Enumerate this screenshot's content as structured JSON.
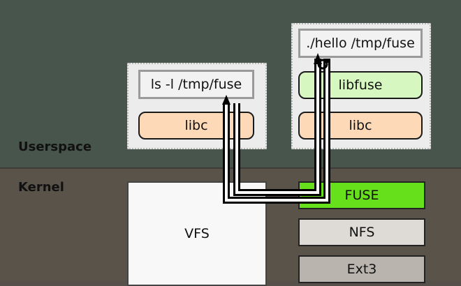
{
  "regions": {
    "userspace_label": "Userspace",
    "kernel_label": "Kernel"
  },
  "left_process": {
    "command": "ls -l /tmp/fuse",
    "lib": "libc"
  },
  "right_process": {
    "command": "./hello /tmp/fuse",
    "lib_top": "libfuse",
    "lib_bottom": "libc"
  },
  "kernel": {
    "vfs": "VFS",
    "fuse": "FUSE",
    "nfs": "NFS",
    "ext3": "Ext3"
  },
  "colors": {
    "userspace_bg": "#48554c",
    "kernel_bg": "#59534a",
    "libc_fill": "#fdd9b8",
    "libfuse_fill": "#d6f7c0",
    "fuse_fill": "#66e01a",
    "nfs_fill": "#dedbd6",
    "ext3_fill": "#b9b5ae"
  }
}
